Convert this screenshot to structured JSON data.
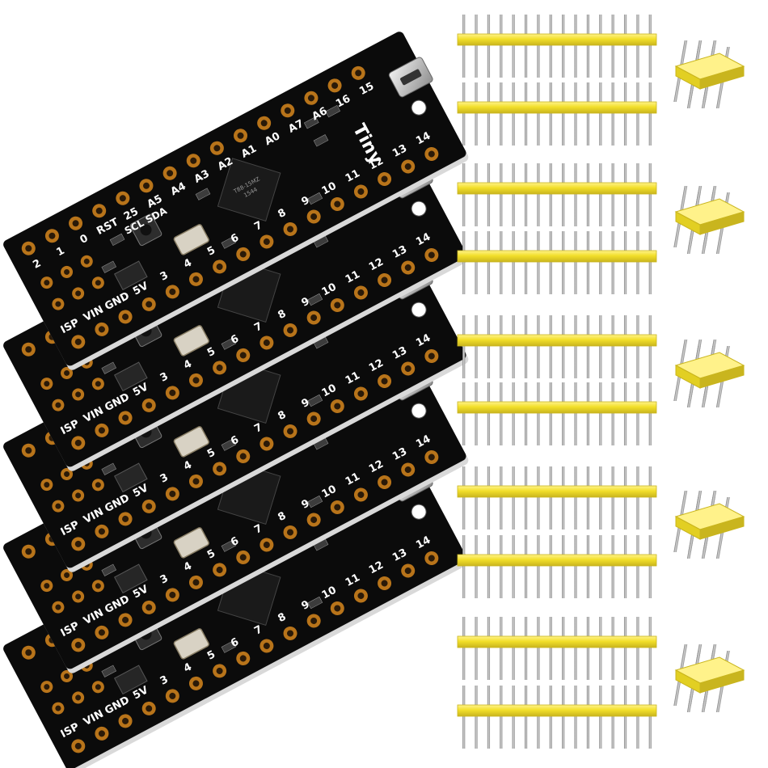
{
  "scene": {
    "description_free": true,
    "background": "#ffffff",
    "board_count": 5,
    "header_strip_count": 10,
    "pins_per_strip": 16,
    "small_header_count": 5,
    "colors": {
      "pcb": "#0b0b0b",
      "pcb_edge": "#d9d9d9",
      "pad": "#b8741a",
      "pad_hole": "#2a1a08",
      "silk": "#ffffff",
      "header_plastic": "#f2df2a",
      "header_shadow": "#c9b51e",
      "pin_metal": "#a8a8a8",
      "crystal": "#d8d2c4"
    }
  },
  "board": {
    "labels_top": [
      "2",
      "1",
      "0",
      "RST",
      "25",
      "A5",
      "A4",
      "A3",
      "A2",
      "A1",
      "A0",
      "A7",
      "A6",
      "16",
      "15"
    ],
    "labels_bottom": [
      "ISP",
      "VIN",
      "GND",
      "5V",
      "3",
      "4",
      "5",
      "6",
      "7",
      "8",
      "9",
      "10",
      "11",
      "12",
      "13",
      "14"
    ],
    "i2c_label": "SCL SDA",
    "brand": "Tiny",
    "chip_text": [
      "T88-15MZ",
      "1544"
    ]
  }
}
